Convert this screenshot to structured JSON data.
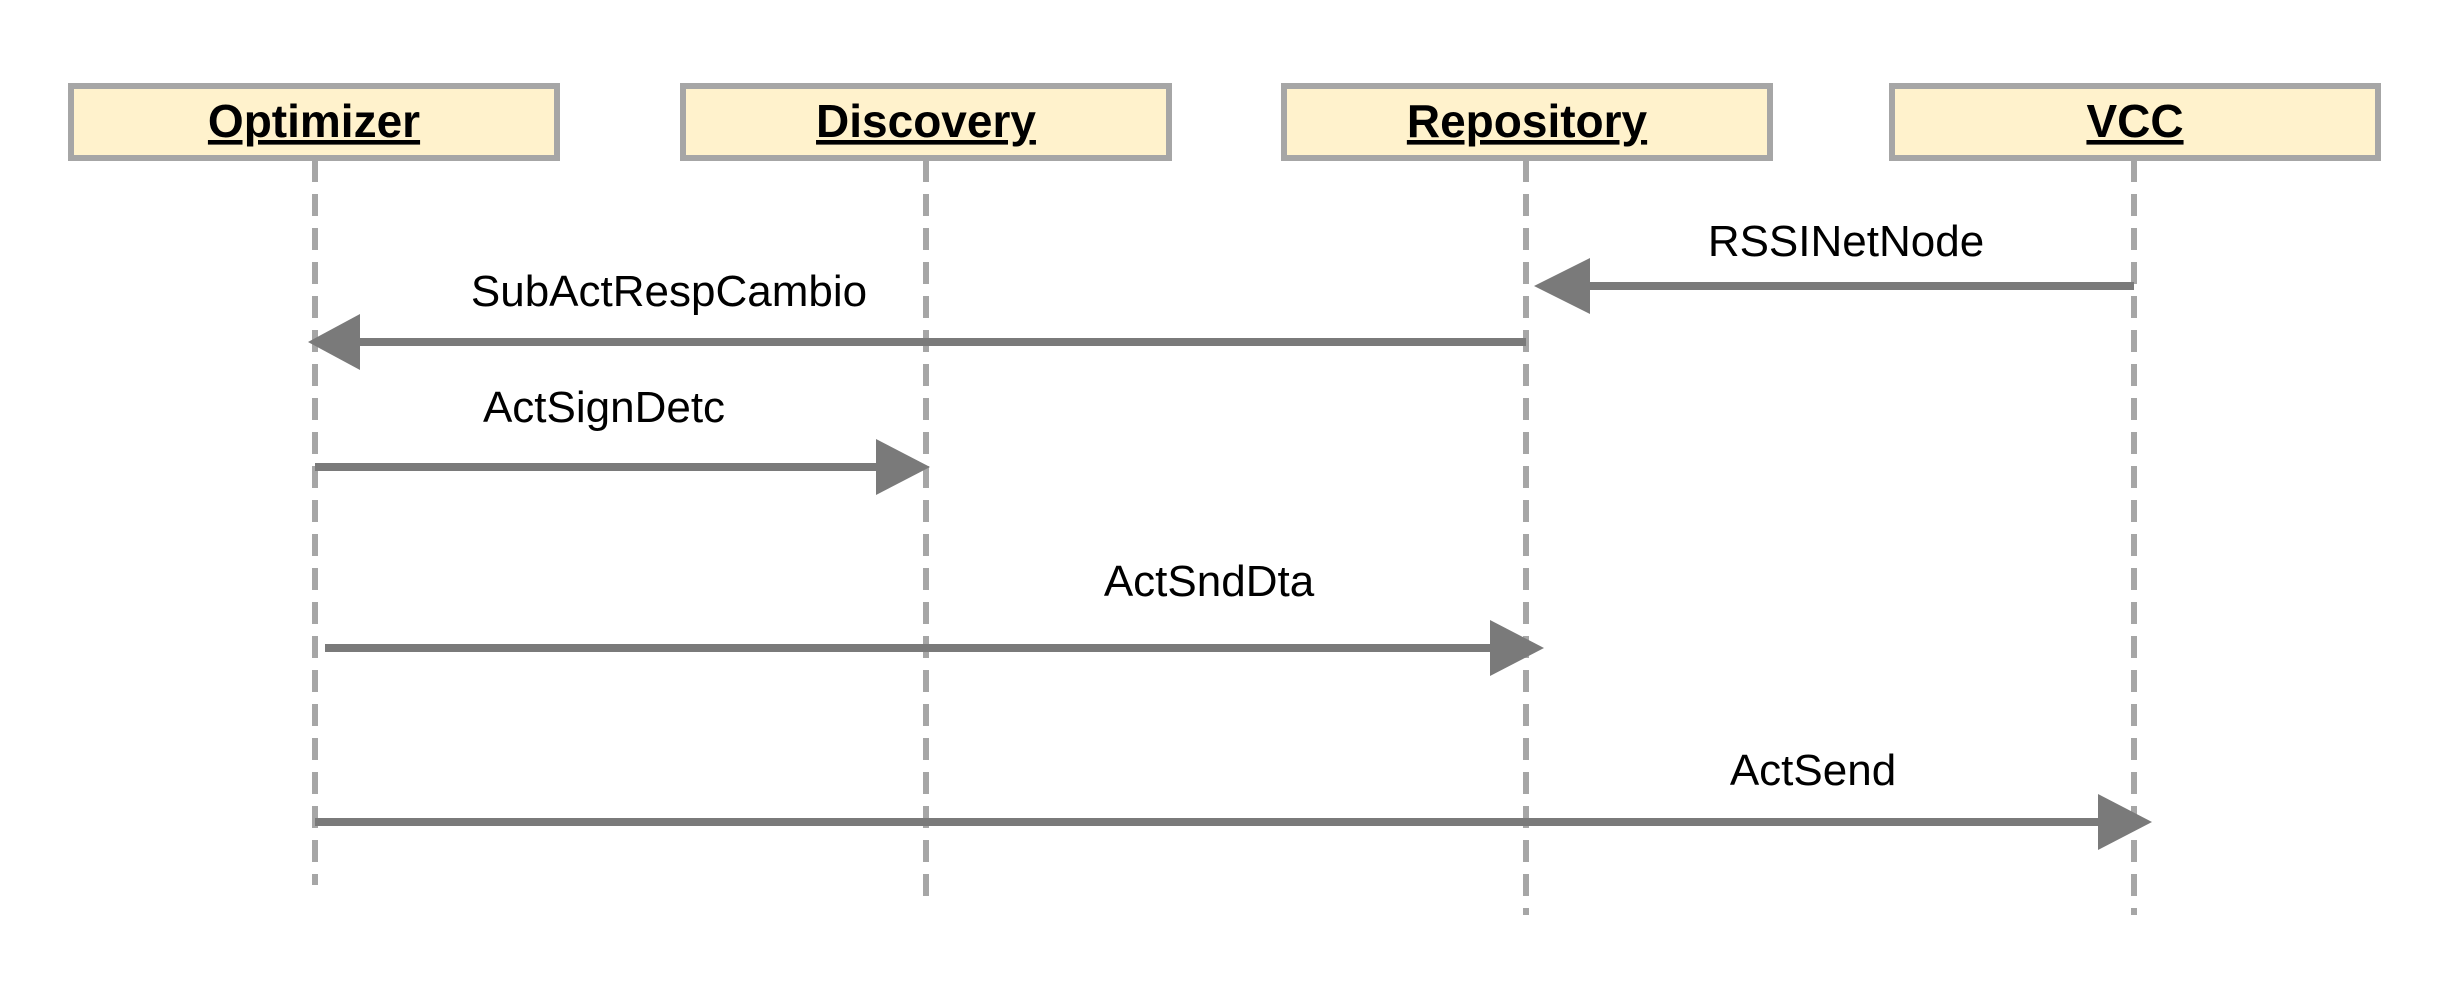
{
  "colors": {
    "actor_fill": "#fff2cc",
    "actor_border": "#a6a6a6",
    "lifeline": "#a6a6a6",
    "arrow": "#7a7a7a",
    "text": "#000000"
  },
  "actors": [
    {
      "id": "optimizer",
      "label": "Optimizer"
    },
    {
      "id": "discovery",
      "label": "Discovery"
    },
    {
      "id": "repository",
      "label": "Repository"
    },
    {
      "id": "vcc",
      "label": "VCC"
    }
  ],
  "messages": [
    {
      "id": "rssinetnode",
      "label": "RSSINetNode",
      "from": "vcc",
      "to": "repository"
    },
    {
      "id": "subactrespcambio",
      "label": "SubActRespCambio",
      "from": "repository",
      "to": "optimizer"
    },
    {
      "id": "actsigndetc",
      "label": "ActSignDetc",
      "from": "optimizer",
      "to": "discovery"
    },
    {
      "id": "actsnddta",
      "label": "ActSndDta",
      "from": "optimizer",
      "to": "repository"
    },
    {
      "id": "actsend",
      "label": "ActSend",
      "from": "optimizer",
      "to": "vcc"
    }
  ]
}
